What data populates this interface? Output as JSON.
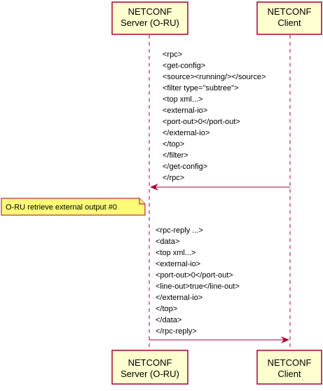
{
  "participants": {
    "server": {
      "line1": "NETCONF",
      "line2": "Server (O-RU)"
    },
    "client": {
      "line1": "NETCONF",
      "line2": "Client"
    }
  },
  "messages": {
    "request": {
      "from": "client",
      "to": "server",
      "lines": [
        "<rpc>",
        "<get-config>",
        "<source><running/></source>",
        "<filter type=\"subtree\">",
        "<top xml...>",
        "<external-io>",
        "<port-out>0</port-out>",
        "</external-io>",
        "</top>",
        "</filter>",
        "</get-config>",
        "</rpc>"
      ]
    },
    "reply": {
      "from": "server",
      "to": "client",
      "lines": [
        "<rpc-reply ...>",
        "<data>",
        "<top xml...>",
        "<external-io>",
        "<port-out>0</port-out>",
        "<line-out>true</line-out>",
        "</external-io>",
        "</top>",
        "</data>",
        "</rpc-reply>"
      ]
    }
  },
  "note": {
    "text": "O-RU retrieve external output #0"
  },
  "colors": {
    "participant_fill": "#FEFECE",
    "border": "#A80036",
    "note_fill": "#FBFB77"
  }
}
